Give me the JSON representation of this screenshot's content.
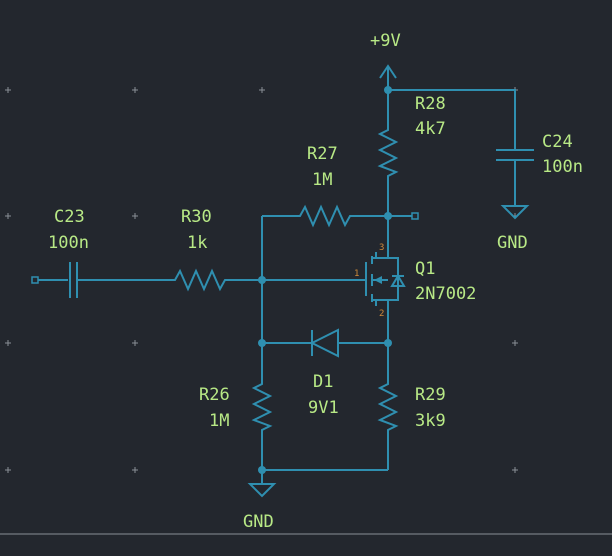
{
  "colors": {
    "background": "#23272e",
    "wire": "#2f8fb0",
    "label": "#b8e986",
    "pin_number": "#d08a3a",
    "grid": "#8a8f96"
  },
  "labels": {
    "power": "+9V",
    "gnd_top": "GND",
    "gnd_bottom": "GND",
    "c23_ref": "C23",
    "c23_val": "100n",
    "r30_ref": "R30",
    "r30_val": "1k",
    "r27_ref": "R27",
    "r27_val": "1M",
    "r28_ref": "R28",
    "r28_val": "4k7",
    "c24_ref": "C24",
    "c24_val": "100n",
    "q1_ref": "Q1",
    "q1_val": "2N7002",
    "d1_ref": "D1",
    "d1_val": "9V1",
    "r26_ref": "R26",
    "r26_val": "1M",
    "r29_ref": "R29",
    "r29_val": "3k9",
    "q1_pin_gate": "1",
    "q1_pin_drain": "3",
    "q1_pin_source": "2"
  }
}
